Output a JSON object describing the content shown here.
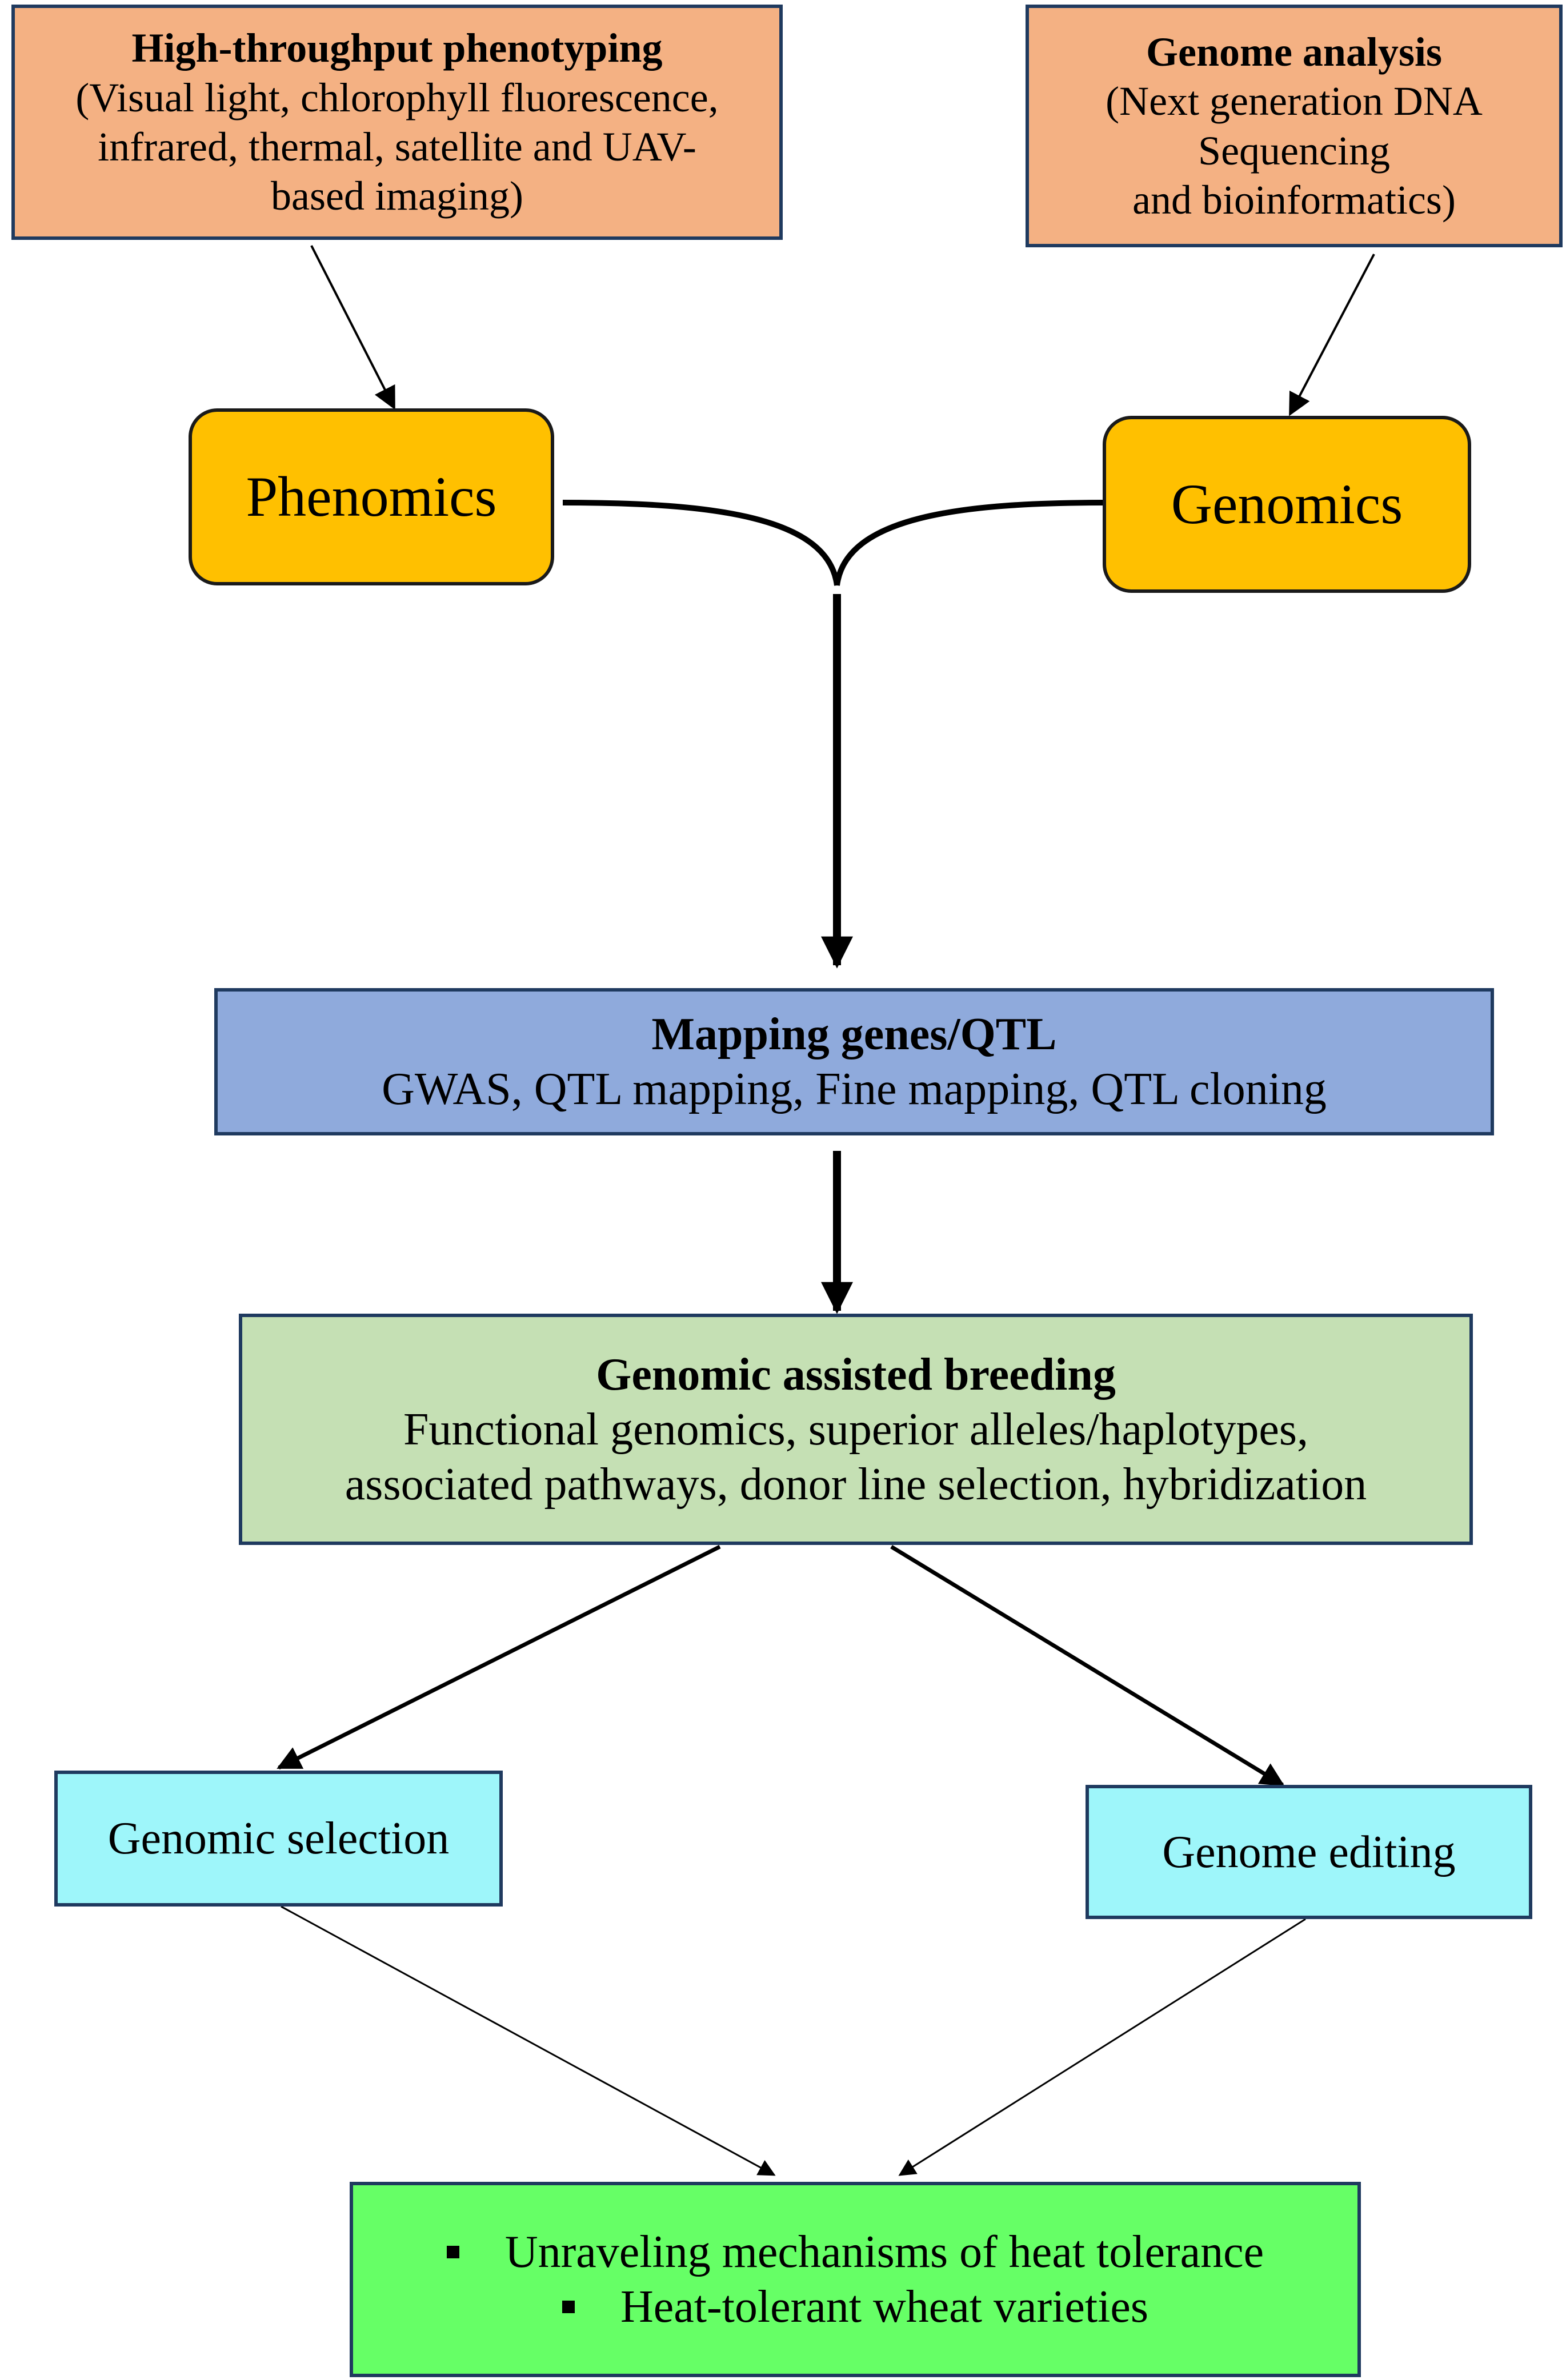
{
  "phenotyping": {
    "title": "High-throughput phenotyping",
    "lines": [
      "(Visual light, chlorophyll fluorescence,",
      "infrared, thermal, satellite and UAV-",
      "based imaging)"
    ]
  },
  "genome_analysis": {
    "title": "Genome analysis",
    "lines": [
      "(Next generation DNA",
      "Sequencing",
      "and bioinformatics)"
    ]
  },
  "phenomics": {
    "label": "Phenomics"
  },
  "genomics": {
    "label": "Genomics"
  },
  "mapping": {
    "title": "Mapping genes/QTL",
    "subtitle": "GWAS, QTL mapping, Fine mapping, QTL cloning"
  },
  "breeding": {
    "title": "Genomic assisted breeding",
    "lines": [
      "Functional genomics, superior alleles/haplotypes,",
      "associated pathways, donor line selection, hybridization"
    ]
  },
  "genomic_selection": {
    "label": "Genomic selection"
  },
  "genome_editing": {
    "label": "Genome editing"
  },
  "outcomes": {
    "items": [
      "Unraveling mechanisms of heat tolerance",
      "Heat-tolerant wheat varieties"
    ]
  },
  "colors": {
    "orange": "#f4b183",
    "gold": "#ffc000",
    "blue": "#8faadc",
    "sage": "#c5e0b4",
    "cyan": "#9ef6fa",
    "lime": "#66ff66",
    "border": "#1f3a5f"
  }
}
